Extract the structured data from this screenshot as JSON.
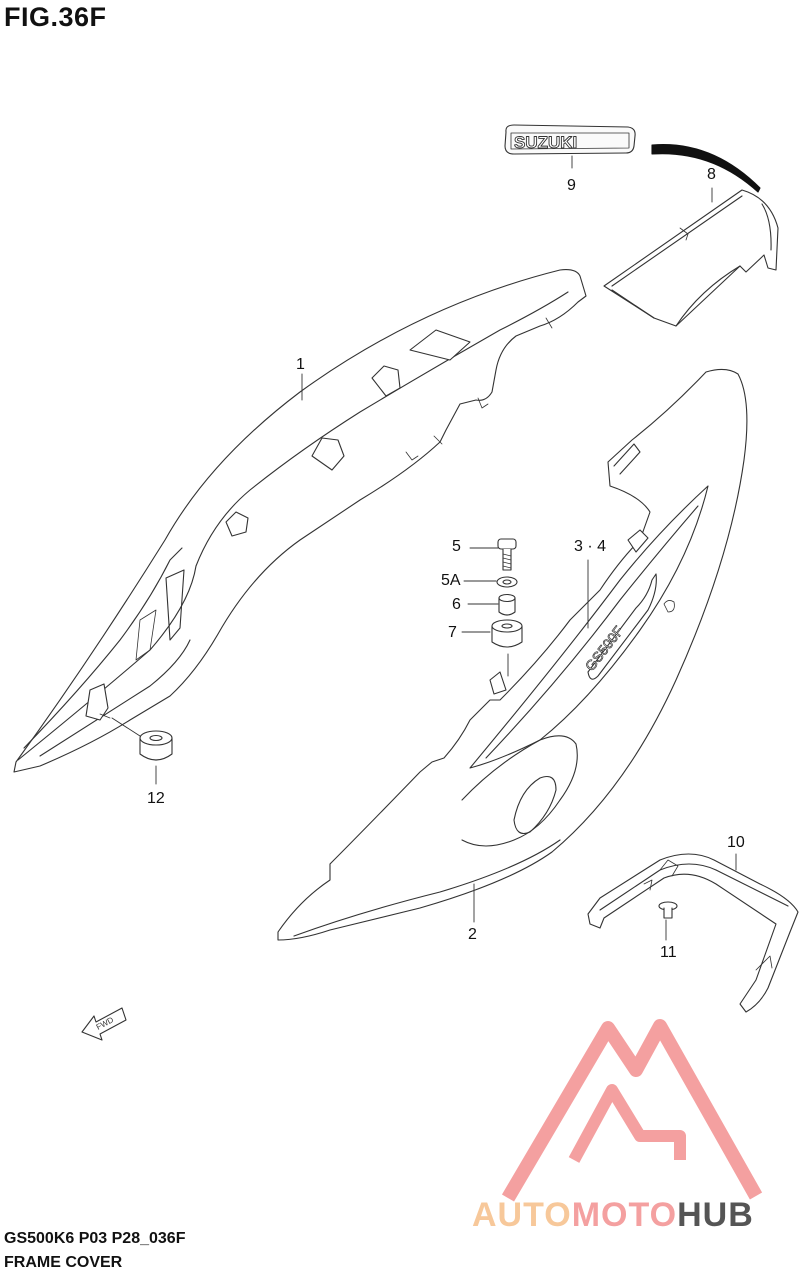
{
  "figure": {
    "title": "FIG.36F"
  },
  "callouts": [
    {
      "id": "1",
      "text": "1"
    },
    {
      "id": "2",
      "text": "2"
    },
    {
      "id": "3-4",
      "text": "3 · 4"
    },
    {
      "id": "5",
      "text": "5"
    },
    {
      "id": "5A",
      "text": "5A"
    },
    {
      "id": "6",
      "text": "6"
    },
    {
      "id": "7",
      "text": "7"
    },
    {
      "id": "8",
      "text": "8"
    },
    {
      "id": "9",
      "text": "9"
    },
    {
      "id": "10",
      "text": "10"
    },
    {
      "id": "11",
      "text": "11"
    },
    {
      "id": "12",
      "text": "12"
    }
  ],
  "emblem_text": "SUZUKI",
  "decal_text": "GS500F",
  "arrow_text": "FWD",
  "watermark": {
    "part1": "AUTO",
    "part2": "MOTO",
    "part3": "HUB",
    "color_light": "#f7c89a",
    "color_red": "#f26b6b",
    "color_dark": "#555555"
  },
  "footer": {
    "model": "GS500K6 P03 P28_036F",
    "name": "FRAME COVER"
  }
}
